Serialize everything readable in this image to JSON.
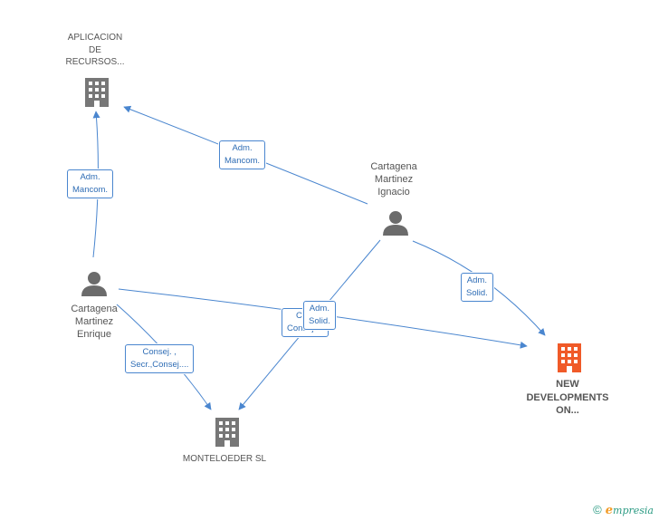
{
  "colors": {
    "edge": "#4a86cf",
    "building": "#777777",
    "building_highlight": "#f05a28",
    "person": "#6b6b6b"
  },
  "nodes": {
    "aplicacion": {
      "lines": [
        "APLICACION",
        "DE",
        "RECURSOS..."
      ],
      "icon": "building-icon"
    },
    "cartagena_ignacio": {
      "lines": [
        "Cartagena",
        "Martinez",
        "Ignacio"
      ],
      "icon": "person-icon"
    },
    "cartagena_enrique": {
      "lines": [
        "Cartagena",
        "Martinez",
        "Enrique"
      ],
      "icon": "person-icon"
    },
    "new_developments": {
      "lines": [
        "NEW",
        "DEVELOPMENTS",
        "ON..."
      ],
      "icon": "building-icon"
    },
    "monteloeder": {
      "lines": [
        "MONTELOEDER SL"
      ],
      "icon": "building-icon"
    }
  },
  "edges": {
    "ignacio_aplicacion": [
      "Adm.",
      "Mancom."
    ],
    "enrique_aplicacion": [
      "Adm.",
      "Mancom."
    ],
    "ignacio_newdev": [
      "Adm.",
      "Solid."
    ],
    "enrique_monteloeder": [
      "Consej. ,",
      "Secr.,Consej...."
    ],
    "ignacio_monteloeder": [
      "Co...",
      "Consej...."
    ],
    "enrique_newdev": [
      "Adm.",
      "Solid."
    ]
  },
  "brand": {
    "symbol": "©",
    "name_initial": "e",
    "name_rest": "mpresia"
  }
}
